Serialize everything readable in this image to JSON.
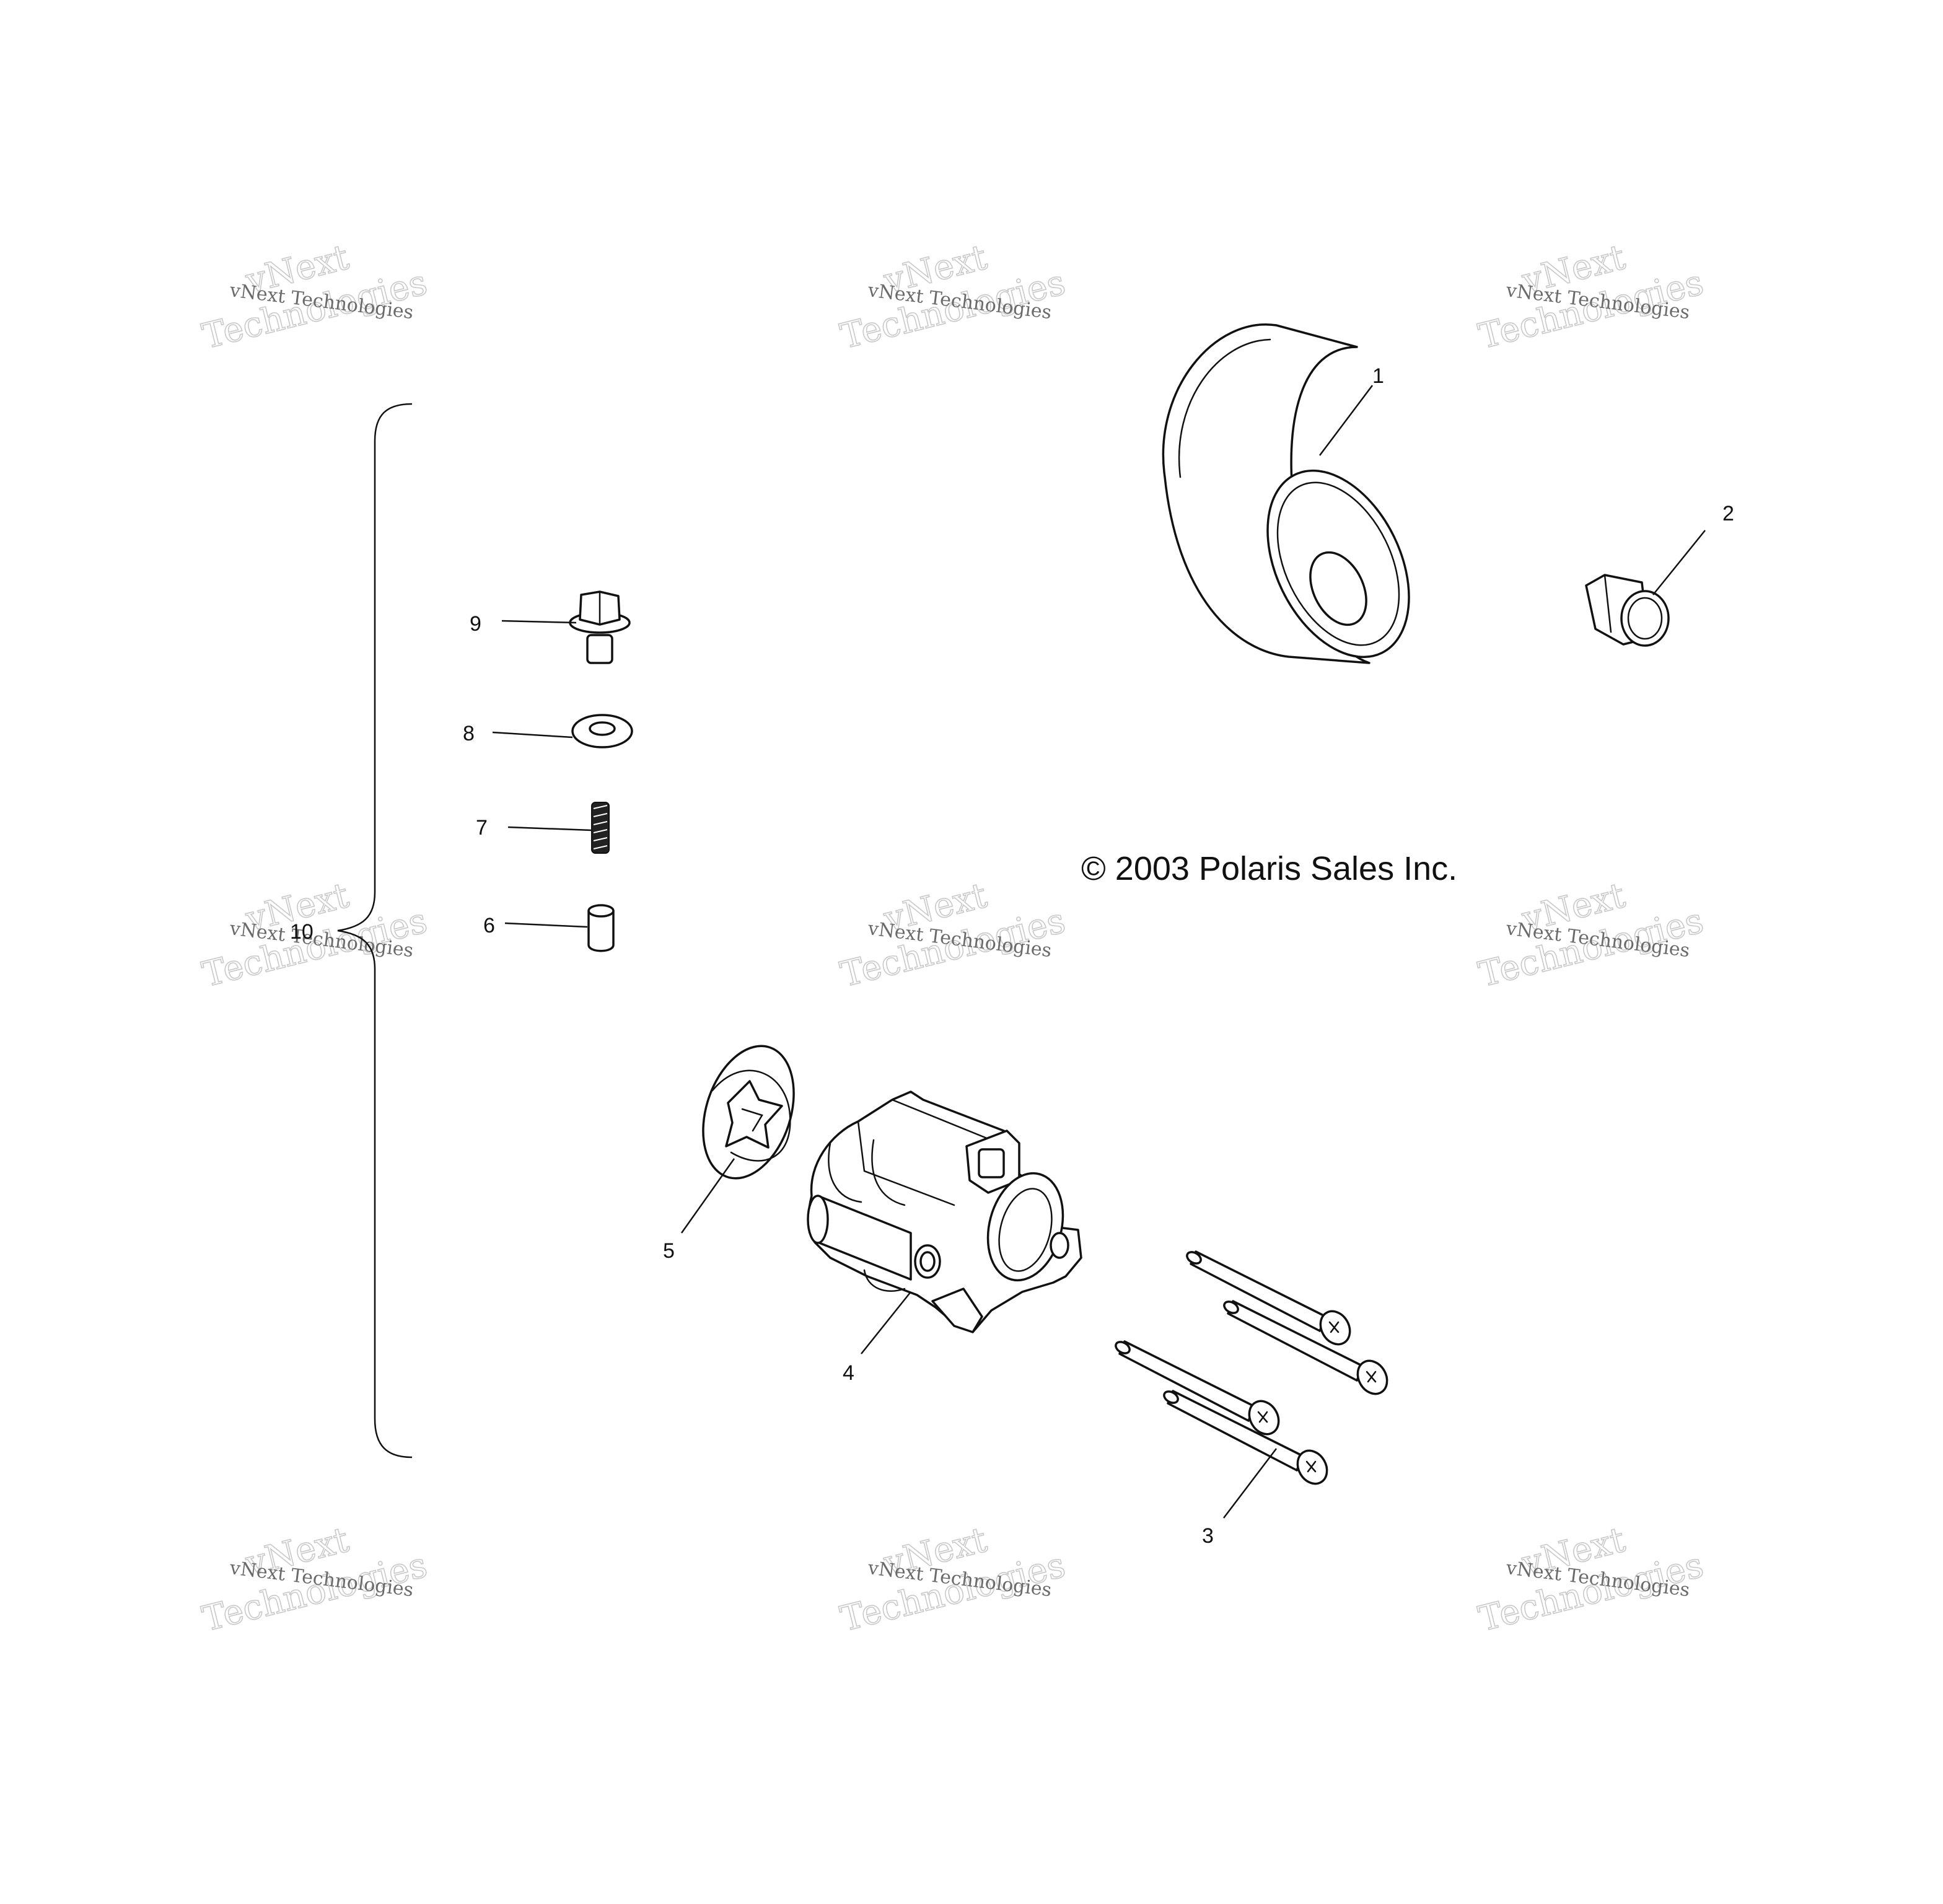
{
  "copyright": "© 2003 Polaris Sales Inc.",
  "callouts": [
    "1",
    "2",
    "3",
    "4",
    "5",
    "6",
    "7",
    "8",
    "9",
    "10"
  ],
  "watermark": {
    "brand": "vNext",
    "line_small": "vNext Technologies",
    "line_large": "Technologies"
  }
}
